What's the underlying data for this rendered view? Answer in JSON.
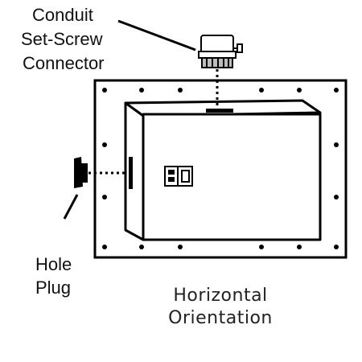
{
  "labels": {
    "conduit_line1": "Conduit",
    "conduit_line2": "Set-Screw",
    "conduit_line3": "Connector",
    "plug_line1": "Hole",
    "plug_line2": "Plug"
  },
  "caption": {
    "line1": "Horizontal",
    "line2": "Orientation"
  },
  "colors": {
    "ink": "#000000",
    "connector_fill": "#bdbdbd",
    "background": "#ffffff"
  }
}
